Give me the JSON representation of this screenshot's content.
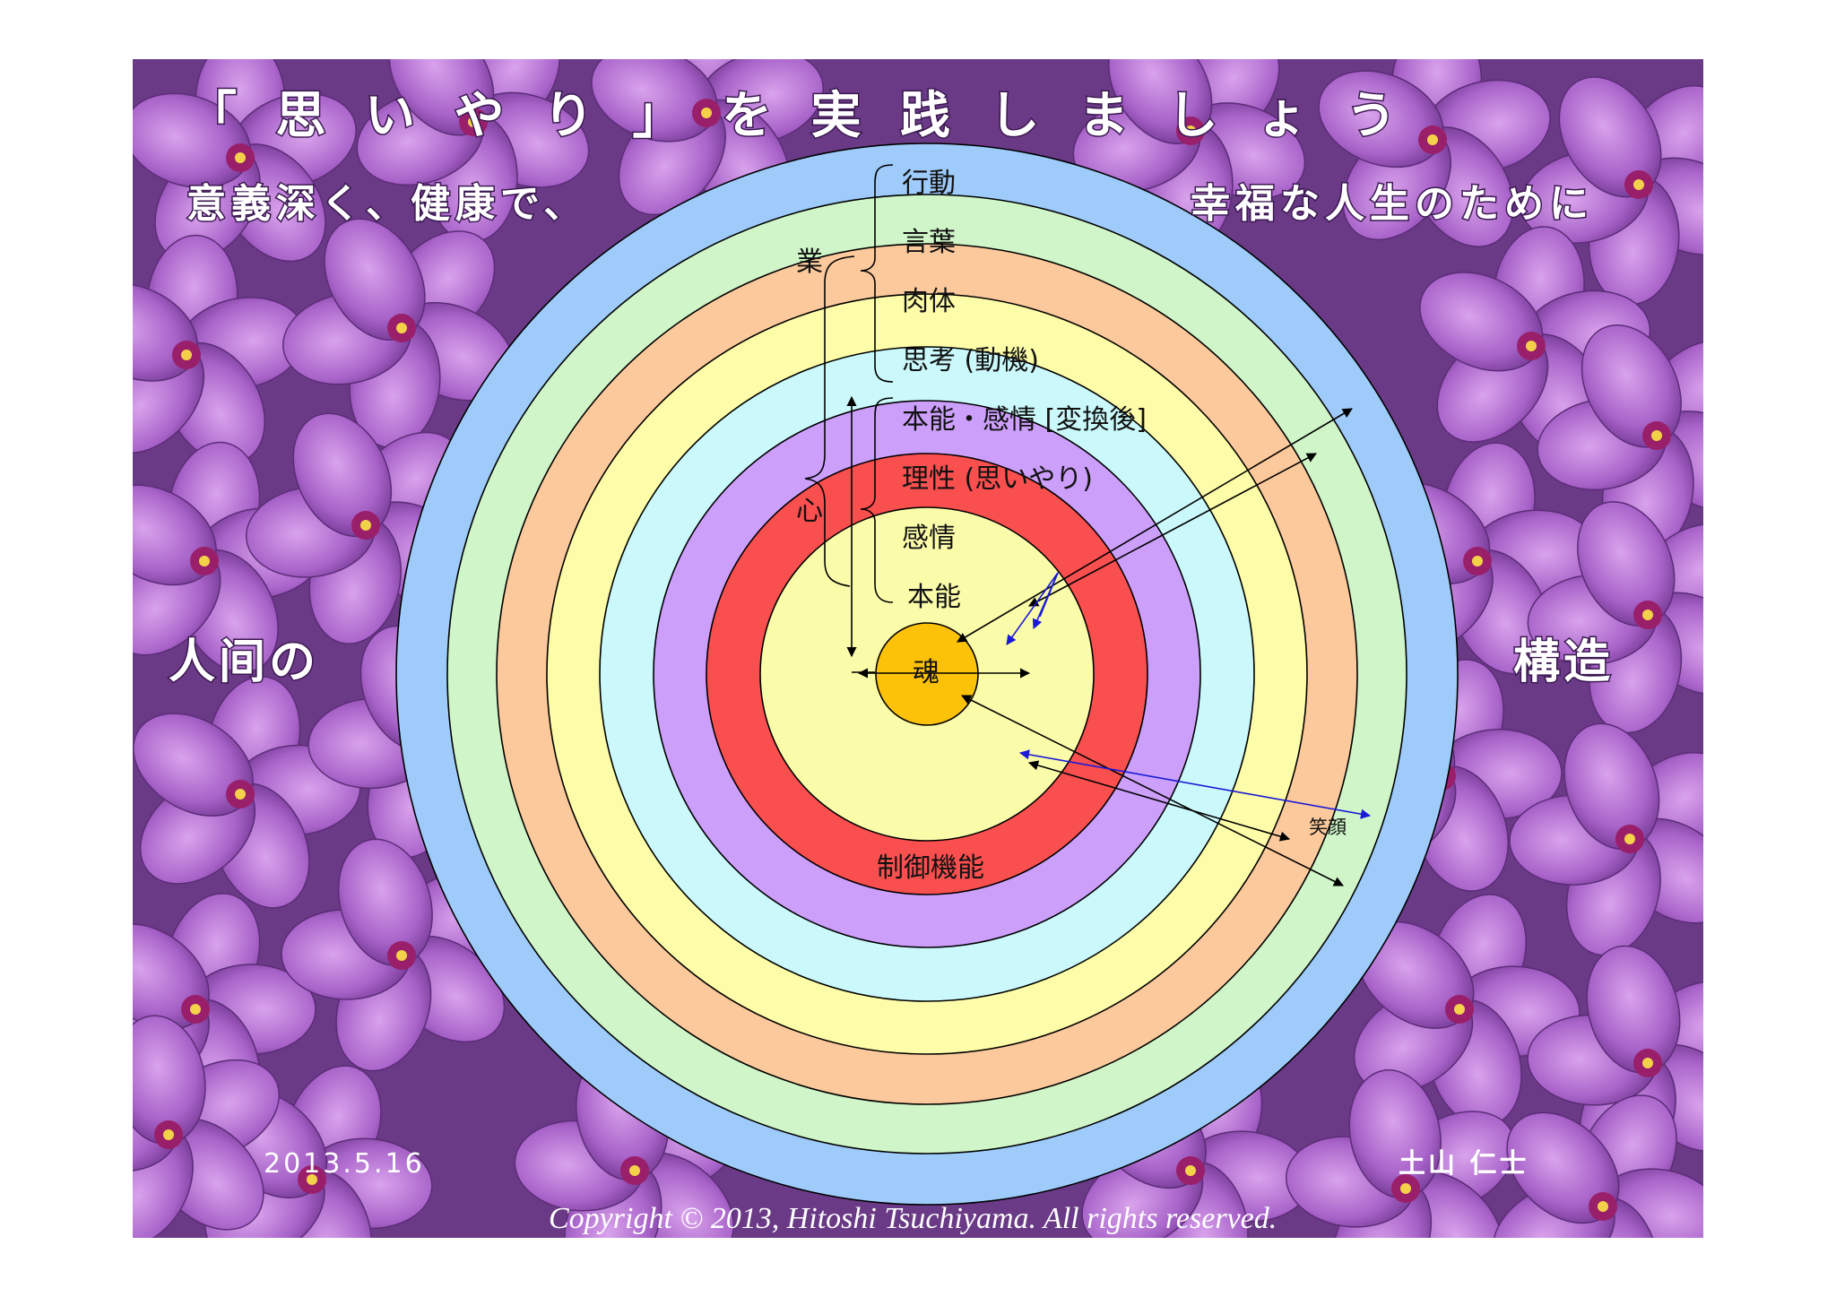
{
  "title": "「 思 い や り 」 を 実 践 し ま し ょ う",
  "subtitle_left": "意義深く、健康で、",
  "subtitle_right": "幸福な人生のために",
  "side_left": "人间の",
  "side_right": "構造",
  "date": "2013.5.16",
  "author": "土山 仁士",
  "copyright": "Copyright © 2013, Hitoshi Tsuchiyama. All rights reserved.",
  "colors": {
    "ring_action": "#9ecbfa",
    "ring_words": "#cff5c8",
    "ring_body": "#fcc99c",
    "ring_thought": "#fdfca8",
    "ring_instinct_emotion": "#cbf9fb",
    "ring_reason": "#cc9ffb",
    "ring_emotion": "#fa4f4f",
    "ring_instinct": "#fbfcaa",
    "soul": "#fcc20a",
    "background_flowers": "#8a4fa8"
  },
  "rings": {
    "action": "行動",
    "words": "言葉",
    "body": "肉体",
    "thought": "思考 (動機)",
    "instinct_emotion": "本能・感情 [変換後]",
    "reason": "理性 (思いやり)",
    "emotion": "感情",
    "instinct": "本能",
    "soul": "魂"
  },
  "groups": {
    "karma": "業",
    "heart": "心",
    "control": "制御機能",
    "smile": "笑顔"
  }
}
